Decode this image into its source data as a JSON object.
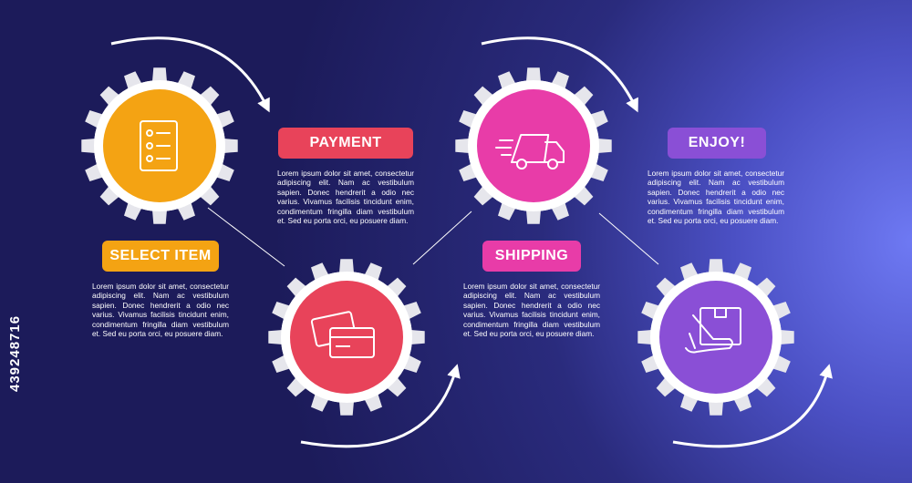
{
  "colors": {
    "background": "#1c1b5a",
    "step1": "#f4a313",
    "step2": "#e8435a",
    "step3": "#e83ca8",
    "step4": "#8a4fd6",
    "gear": "#e6e6ec",
    "arrow": "#ffffff"
  },
  "steps": [
    {
      "title": "SELECT ITEM",
      "icon": "checklist-icon",
      "color": "#f4a313",
      "text": "Lorem ipsum dolor sit amet, consectetur adipiscing elit. Nam ac vestibulum sapien. Donec hendrerit a odio nec varius. Vivamus facilisis tincidunt enim, condimentum fringilla diam vestibulum et. Sed eu porta orci, eu posuere diam."
    },
    {
      "title": "PAYMENT",
      "icon": "credit-cards-icon",
      "color": "#e8435a",
      "text": "Lorem ipsum dolor sit amet, consectetur adipiscing elit. Nam ac vestibulum sapien. Donec hendrerit a odio nec varius. Vivamus facilisis tincidunt enim, condimentum fringilla diam vestibulum et. Sed eu porta orci, eu posuere diam."
    },
    {
      "title": "SHIPPING",
      "icon": "delivery-truck-icon",
      "color": "#e83ca8",
      "text": "Lorem ipsum dolor sit amet, consectetur adipiscing elit. Nam ac vestibulum sapien. Donec hendrerit a odio nec varius. Vivamus facilisis tincidunt enim, condimentum fringilla diam vestibulum et. Sed eu porta orci, eu posuere diam."
    },
    {
      "title": "ENJOY!",
      "icon": "package-hand-icon",
      "color": "#8a4fd6",
      "text": "Lorem ipsum dolor sit amet, consectetur adipiscing elit. Nam ac vestibulum sapien. Donec hendrerit a odio nec varius. Vivamus facilisis tincidunt enim, condimentum fringilla diam vestibulum et. Sed eu porta orci, eu posuere diam."
    }
  ],
  "watermark": "439248716"
}
